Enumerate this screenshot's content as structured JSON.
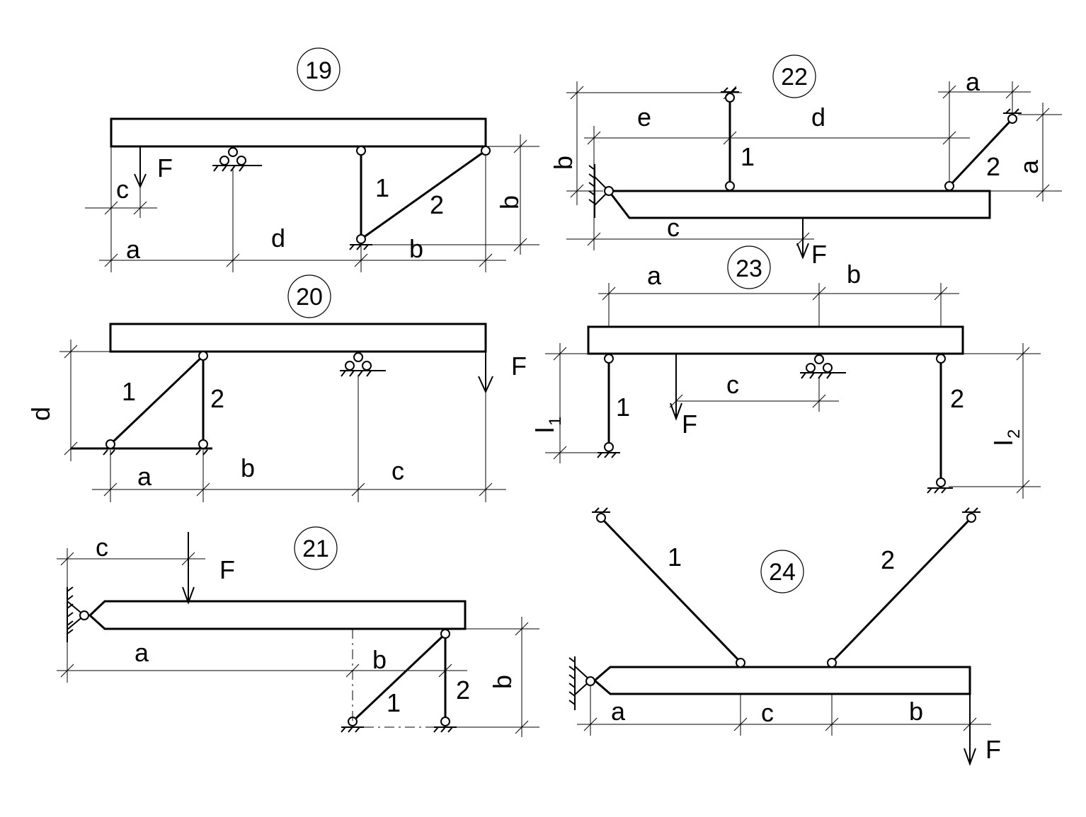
{
  "problems": {
    "p19": {
      "number": "19",
      "labels": {
        "a": "a",
        "d": "d",
        "b": "b",
        "b_v": "b",
        "c": "c",
        "F": "F",
        "rod1": "1",
        "rod2": "2"
      }
    },
    "p20": {
      "number": "20",
      "labels": {
        "a": "a",
        "b": "b",
        "c": "c",
        "d": "d",
        "rod1": "1",
        "rod2": "2"
      }
    },
    "p21": {
      "number": "21",
      "labels": {
        "a": "a",
        "b": "b",
        "b_v": "b",
        "c": "c",
        "F": "F",
        "rod1": "1",
        "rod2": "2"
      }
    },
    "p22": {
      "number": "22",
      "labels": {
        "a_top": "a",
        "a_v": "a",
        "b": "b",
        "c": "c",
        "d": "d",
        "e": "e",
        "F": "F",
        "rod1": "1",
        "rod2": "2"
      }
    },
    "p23": {
      "number": "23",
      "labels": {
        "a": "a",
        "b": "b",
        "c": "c",
        "F": "F",
        "F2": "F",
        "l1": "l",
        "l1_sub": "1",
        "l2": "l",
        "l2_sub": "2",
        "rod1": "1",
        "rod2": "2"
      }
    },
    "p24": {
      "number": "24",
      "labels": {
        "a": "a",
        "b": "b",
        "c": "c",
        "F": "F",
        "rod1": "1",
        "rod2": "2"
      }
    }
  }
}
